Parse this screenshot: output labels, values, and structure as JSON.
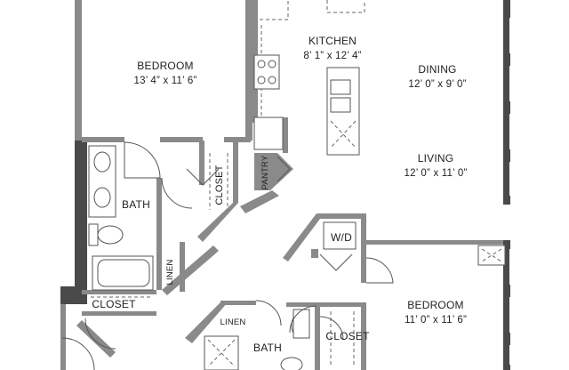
{
  "rooms": {
    "bedroom_1": {
      "name": "BEDROOM",
      "size": "13’ 4” x 11’ 6”"
    },
    "kitchen": {
      "name": "KITCHEN",
      "size": "8’ 1” x 12’ 4”"
    },
    "dining": {
      "name": "DINING",
      "size": "12’ 0” x 9’ 0”"
    },
    "living": {
      "name": "LIVING",
      "size": "12’ 0” x 11’ 0”"
    },
    "bath_1": {
      "name": "BATH"
    },
    "closet_1": {
      "name": "CLOSET"
    },
    "pantry": {
      "name": "PANTRY"
    },
    "wd": {
      "name": "W/D"
    },
    "linen_1": {
      "name": "LINEN"
    },
    "closet_2": {
      "name": "CLOSET"
    },
    "bedroom_2": {
      "name": "BEDROOM",
      "size": "11’ 0” x 11’ 6”"
    },
    "linen_2": {
      "name": "LINEN"
    },
    "bath_2": {
      "name": "BATH"
    },
    "closet_3": {
      "name": "CLOSET"
    }
  },
  "colors": {
    "wall": "#8a8a8a",
    "wall_dark": "#4a4a4a",
    "fixture_stroke": "#555555"
  }
}
